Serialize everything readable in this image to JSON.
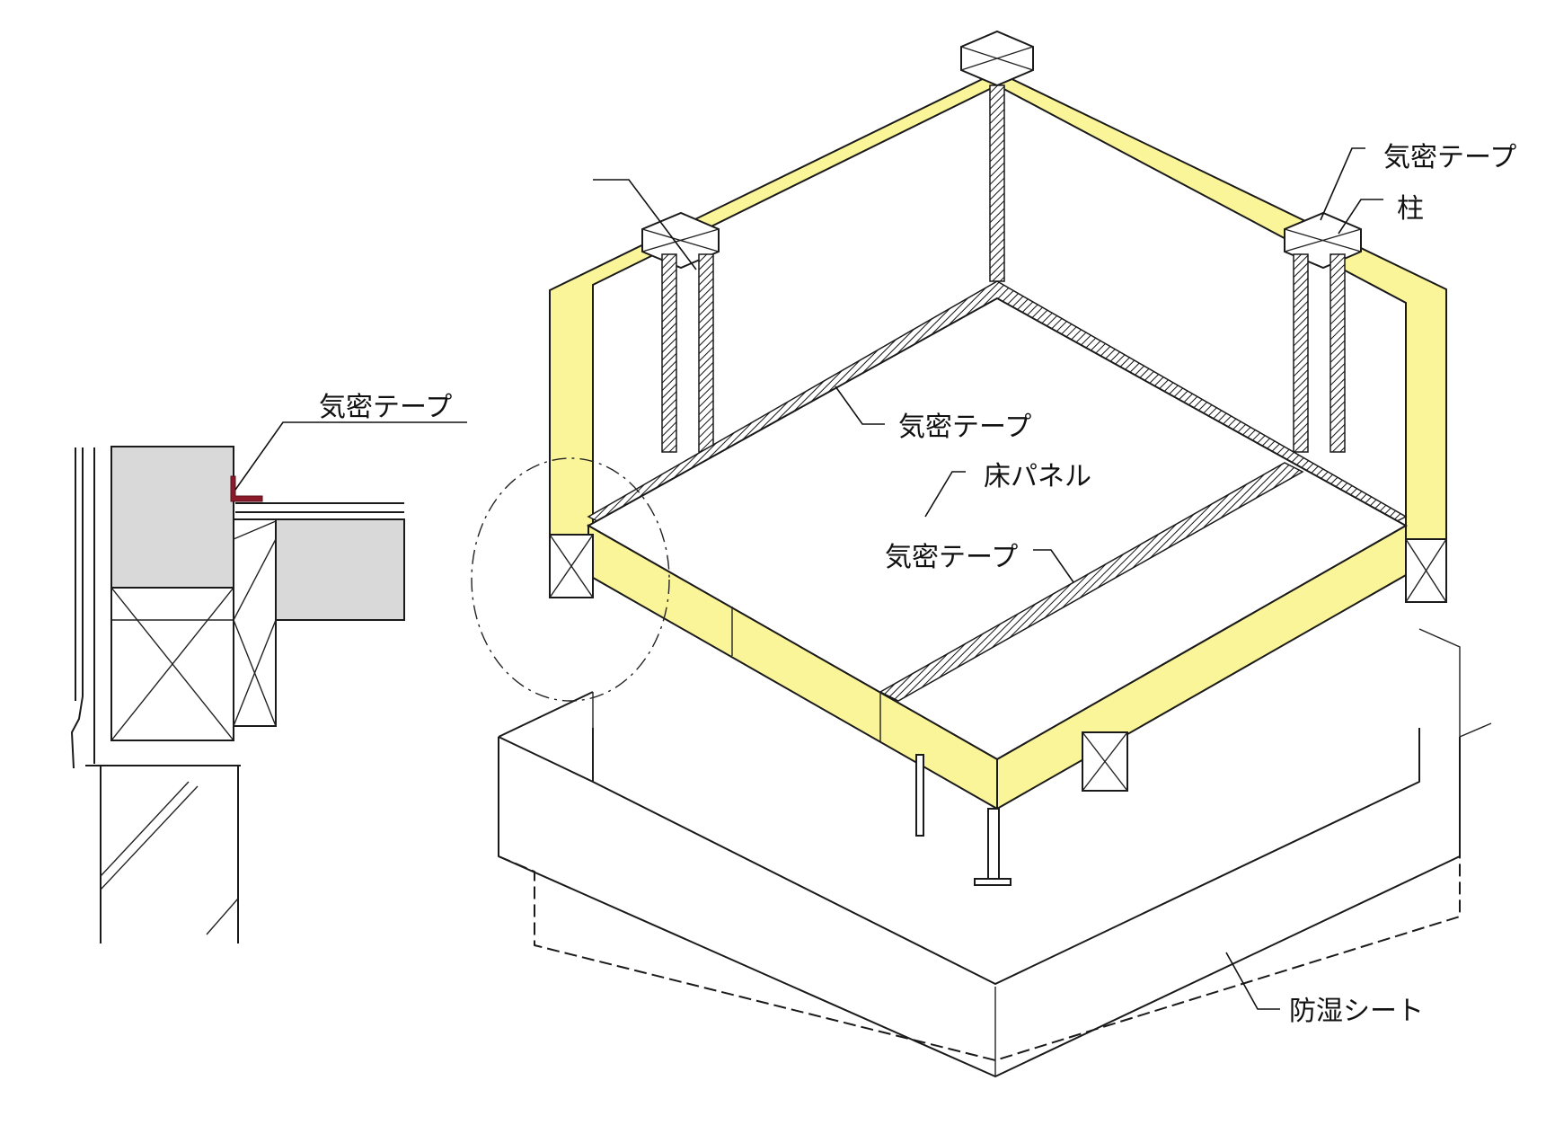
{
  "labels": {
    "detail_airtight_tape": "気密テープ",
    "top_airtight_tape": "気密テープ",
    "column": "柱",
    "mid_airtight_tape": "気密テープ",
    "floor_panel": "床パネル",
    "lower_airtight_tape": "気密テープ",
    "moisture_sheet": "防湿シート"
  },
  "colors": {
    "sill_fill": "#fbf59a",
    "tape_accent": "#8b1a2a",
    "detail_gray": "#d9d9d9",
    "line": "#1a1a1a"
  }
}
